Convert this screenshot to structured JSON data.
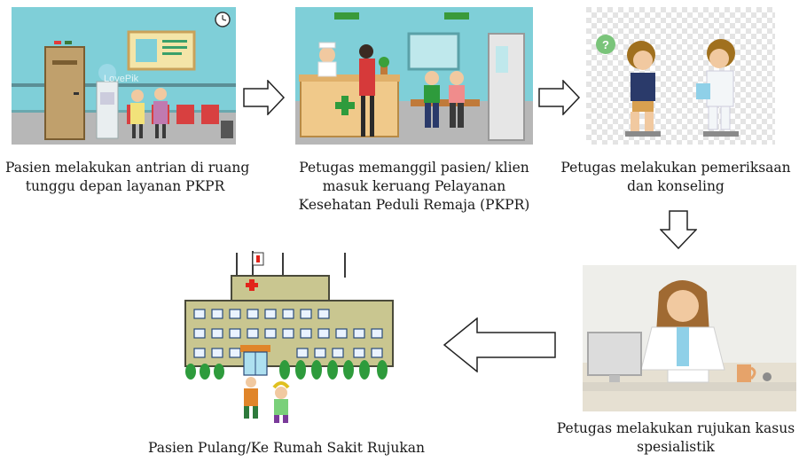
{
  "diagram": {
    "steps": [
      {
        "id": 1,
        "caption_lines": [
          "Pasien melakukan antrian di ruang",
          "tunggu depan layanan PKPR"
        ],
        "watermark": "LovePik"
      },
      {
        "id": 2,
        "caption_lines": [
          "Petugas memanggil pasien/ klien",
          "masuk keruang Pelayanan",
          "Kesehatan Peduli Remaja (PKPR)"
        ]
      },
      {
        "id": 3,
        "caption_lines": [
          "Petugas melakukan pemeriksaan",
          "dan konseling"
        ]
      },
      {
        "id": 4,
        "caption_lines": [
          "Petugas melakukan rujukan kasus",
          "spesialistik"
        ]
      },
      {
        "id": 5,
        "caption_lines": [
          "Pasien Pulang/Ke Rumah Sakit Rujukan"
        ]
      }
    ],
    "flow": [
      "1-2",
      "2-3",
      "3-4",
      "4-5"
    ],
    "colors": {
      "arrow_stroke": "#222222",
      "arrow_fill": "#ffffff",
      "wall_teal": "#7fcfd8",
      "floor_gray": "#b7b7b7",
      "building_olive": "#c9c690",
      "cross_red": "#e2231a"
    }
  }
}
